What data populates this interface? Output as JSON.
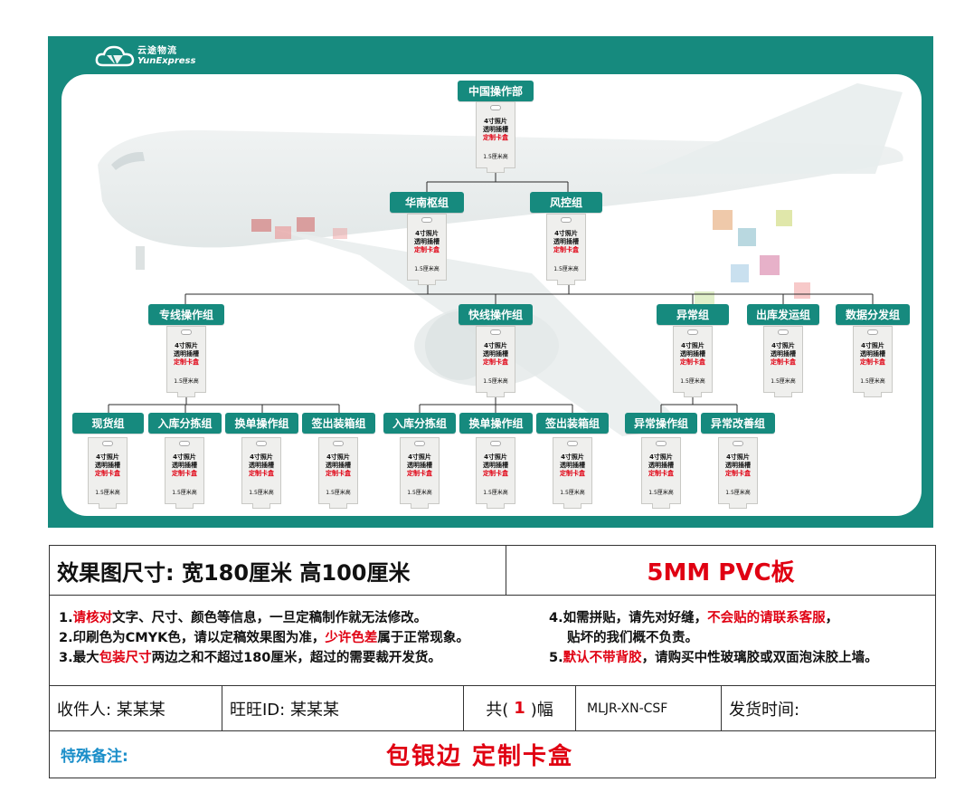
{
  "brand": {
    "name_cn": "云途物流",
    "name_en": "YunExpress"
  },
  "colors": {
    "teal": "#168a7e",
    "red": "#e00012",
    "blue": "#1a8ec9"
  },
  "card": {
    "line1": "4寸照片",
    "line2": "透明插槽",
    "line3": "定制卡盒",
    "line4": "1.5厘米高"
  },
  "org": {
    "root": "中国操作部",
    "level2": [
      "华南枢组",
      "风控组"
    ],
    "level3": [
      "专线操作组",
      "快线操作组",
      "异常组",
      "出库发运组",
      "数据分发组"
    ],
    "level4_zhuanxian": [
      "现货组",
      "入库分拣组",
      "换单操作组",
      "签出装箱组"
    ],
    "level4_kuaixian": [
      "入库分拣组",
      "换单操作组",
      "签出装箱组"
    ],
    "level4_yichang": [
      "异常操作组",
      "异常改善组"
    ]
  },
  "specs": {
    "size": "效果图尺寸: 宽180厘米  高100厘米",
    "material": "5MM PVC板",
    "note1_pre": "1.",
    "note1_red": "请核对",
    "note1_post": "文字、尺寸、颜色等信息，一旦定稿制作就无法修改。",
    "note2_pre": "2.印刷色为CMYK色，请以定稿效果图为准，",
    "note2_red": "少许色差",
    "note2_post": "属于正常现象。",
    "note3_pre": "3.最大",
    "note3_red": "包装尺寸",
    "note3_post": "两边之和不超过180厘米，超过的需要裁开发货。",
    "note4_pre": "4.如需拼贴，请先对好缝，",
    "note4_red": "不会贴的请联系客服",
    "note4_post": "，",
    "note4_line2": "贴坏的我们概不负责。",
    "note5_pre": "5.",
    "note5_red": "默认不带背胶",
    "note5_post": "，请购买中性玻璃胶或双面泡沫胶上墙。",
    "receiver": "收件人: 某某某",
    "wangwang": "旺旺ID:  某某某",
    "count_pre": "共(",
    "count": "1",
    "count_post": ")幅",
    "code": "MLJR-XN-CSF",
    "ship_time": "发货时间:",
    "remark_label": "特殊备注:",
    "remark_value": "包银边  定制卡盒"
  }
}
